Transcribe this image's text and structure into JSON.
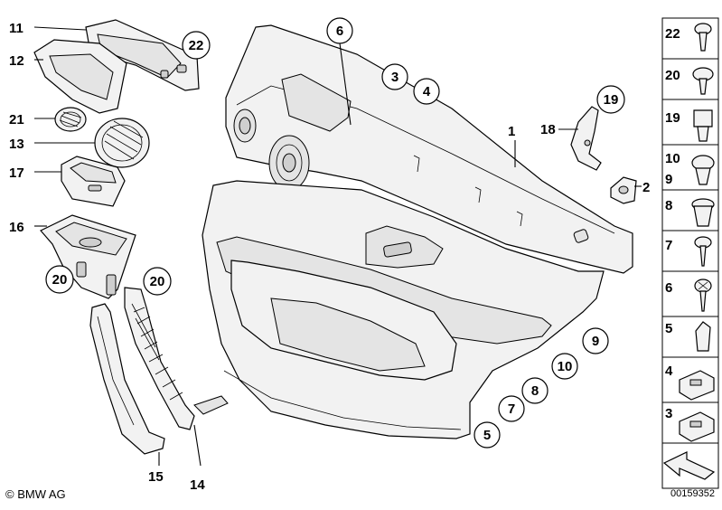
{
  "copyright": "© BMW AG",
  "doc_number": "00159352",
  "callouts": {
    "c1": "1",
    "c2": "2",
    "c3": "3",
    "c4": "4",
    "c5": "5",
    "c6": "6",
    "c7": "7",
    "c8": "8",
    "c9": "9",
    "c10": "10",
    "c11": "11",
    "c12": "12",
    "c13": "13",
    "c14": "14",
    "c15": "15",
    "c16": "16",
    "c17": "17",
    "c18": "18",
    "c19": "19",
    "c20a": "20",
    "c20b": "20",
    "c21": "21",
    "c22": "22"
  },
  "fastener_column": {
    "items": [
      "22",
      "20",
      "19",
      "10",
      "9",
      "8",
      "7",
      "6",
      "5",
      "4",
      "3"
    ]
  }
}
